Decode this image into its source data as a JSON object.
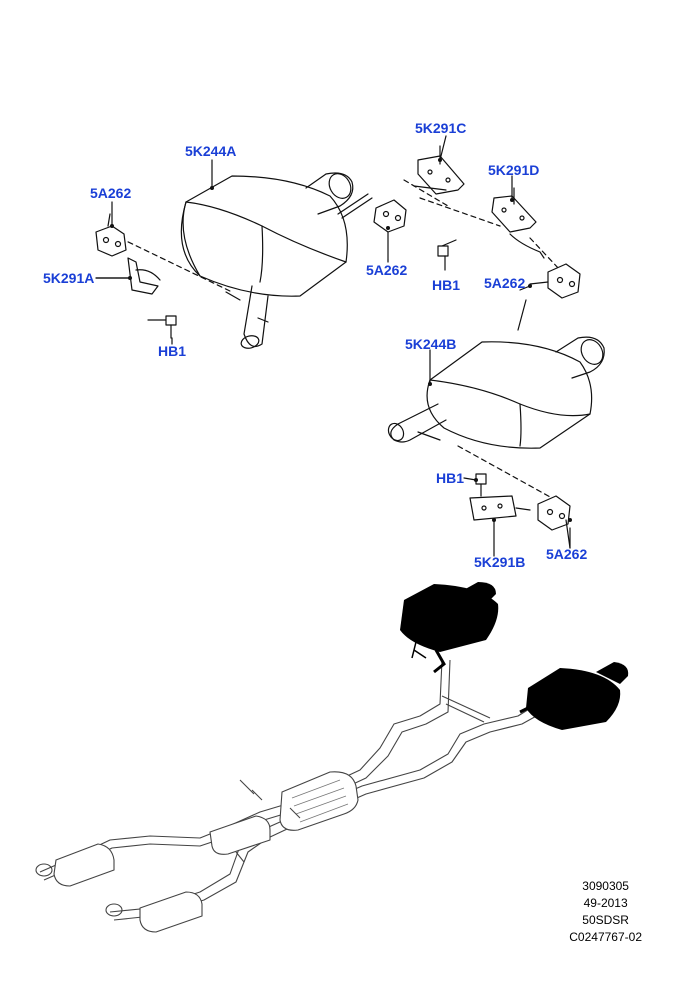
{
  "callouts": {
    "c5k244a": "5K244A",
    "c5a262_1": "5A262",
    "c5k291a": "5K291A",
    "hb1_1": "HB1",
    "c5k291c": "5K291C",
    "c5k291d": "5K291D",
    "c5a262_2": "5A262",
    "hb1_2": "HB1",
    "c5a262_3": "5A262",
    "c5k244b": "5K244B",
    "hb1_3": "HB1",
    "c5k291b": "5K291B",
    "c5a262_4": "5A262"
  },
  "references": {
    "illustration_number": "3090305",
    "date_code": "49-2013",
    "model_code": "50SDSR",
    "catalog_code": "C0247767-02"
  },
  "colors": {
    "callout_text": "#1a3fd6",
    "line_art": "#111111",
    "assembly_silhouette": "#000000",
    "background": "#ffffff"
  }
}
